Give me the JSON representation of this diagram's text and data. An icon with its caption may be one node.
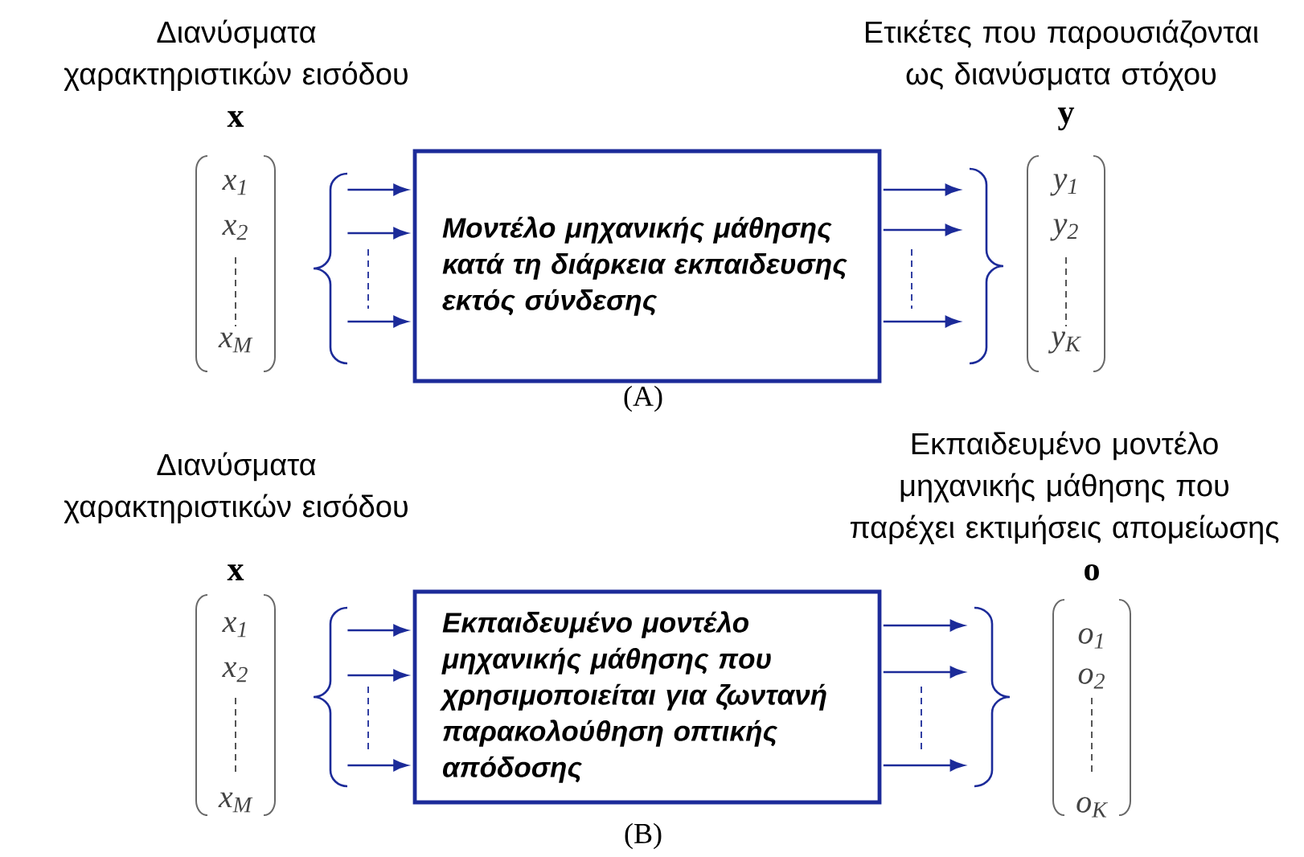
{
  "diagram": {
    "nodes": [
      {
        "text": [
          "x",
          "x$_{1}$",
          "x$_{2}$",
          "x$_{M}$"
        ]
      },
      {
        "text": [
          "Μοντέλο μηχανικής μάθησης κατά τη διάρκεια εκπαιδευσης εκτός σύνδεσης"
        ]
      },
      {
        "text": [
          "y",
          "y$_{1}$",
          "y$_{2}$",
          "y$_{K}$"
        ]
      },
      {
        "text": [
          "x",
          "x$_{1}$",
          "x$_{2}$",
          "x$_{M}$"
        ]
      },
      {
        "text": [
          "Εκπαιδευμένο μοντέλο μηχανικής μάθησης που χρησιμοποιείται για ζωντανή παρακολούθηση οπτικής απόδοσης"
        ]
      },
      {
        "text": [
          "o",
          "o$_{1}$",
          "o$_{2}$",
          "o$_{K}$"
        ]
      }
    ],
    "edges": [
      {
        "from": 0,
        "to": 1,
        "arrow": "to"
      },
      {
        "from": 0,
        "to": 1,
        "arrow": "to"
      },
      {
        "from": 0,
        "to": 1,
        "arrow": "to"
      },
      {
        "from": 1,
        "to": 2,
        "arrow": "to"
      },
      {
        "from": 1,
        "to": 2,
        "arrow": "to"
      },
      {
        "from": 1,
        "to": 2,
        "arrow": "to"
      },
      {
        "from": 3,
        "to": 4,
        "arrow": "to"
      },
      {
        "from": 3,
        "to": 4,
        "arrow": "to"
      },
      {
        "from": 3,
        "to": 4,
        "arrow": "to"
      },
      {
        "from": 4,
        "to": 5,
        "arrow": "to"
      },
      {
        "from": 4,
        "to": 5,
        "arrow": "to"
      },
      {
        "from": 4,
        "to": 5,
        "arrow": "to"
      }
    ],
    "labels": [
      "Διανύσματα χαρακτηριστικών εισόδου",
      "Ετικέτες που παρουσιάζονται ως διανύσματα στόχου",
      "(A)",
      "Εκπαιδευμένο μοντέλο μηχανικής μάθησης που παρέχει εκτιμήσεις απομείωσης",
      "Διανύσματα χαρακτηριστικών εισόδου",
      "(B)"
    ]
  }
}
